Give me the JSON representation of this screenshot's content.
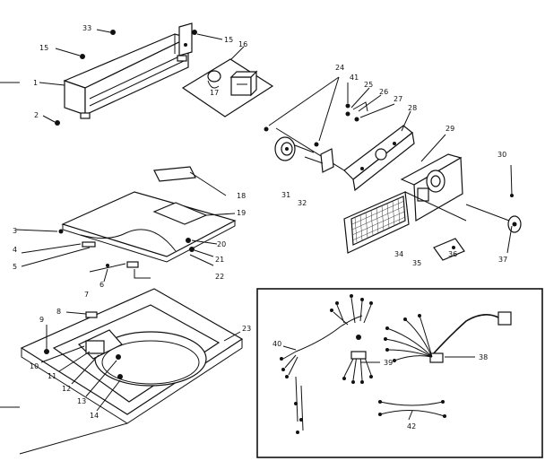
{
  "parts": [
    {
      "id": "p1",
      "text": "1"
    },
    {
      "id": "p2",
      "text": "2"
    },
    {
      "id": "p3",
      "text": "3"
    },
    {
      "id": "p4",
      "text": "4"
    },
    {
      "id": "p5",
      "text": "5"
    },
    {
      "id": "p6",
      "text": "6"
    },
    {
      "id": "p7",
      "text": "7"
    },
    {
      "id": "p8",
      "text": "8"
    },
    {
      "id": "p9",
      "text": "9"
    },
    {
      "id": "p10",
      "text": "10"
    },
    {
      "id": "p11",
      "text": "11"
    },
    {
      "id": "p12",
      "text": "12"
    },
    {
      "id": "p13",
      "text": "13"
    },
    {
      "id": "p14",
      "text": "14"
    },
    {
      "id": "p15a",
      "text": "15"
    },
    {
      "id": "p15b",
      "text": "15"
    },
    {
      "id": "p16",
      "text": "16"
    },
    {
      "id": "p17",
      "text": "17"
    },
    {
      "id": "p18",
      "text": "18"
    },
    {
      "id": "p19",
      "text": "19"
    },
    {
      "id": "p20",
      "text": "20"
    },
    {
      "id": "p21",
      "text": "21"
    },
    {
      "id": "p22",
      "text": "22"
    },
    {
      "id": "p23",
      "text": "23"
    },
    {
      "id": "p24",
      "text": "24"
    },
    {
      "id": "p25",
      "text": "25"
    },
    {
      "id": "p26",
      "text": "26"
    },
    {
      "id": "p27",
      "text": "27"
    },
    {
      "id": "p28",
      "text": "28"
    },
    {
      "id": "p29",
      "text": "29"
    },
    {
      "id": "p30",
      "text": "30"
    },
    {
      "id": "p31",
      "text": "31"
    },
    {
      "id": "p32",
      "text": "32"
    },
    {
      "id": "p33",
      "text": "33"
    },
    {
      "id": "p34",
      "text": "34"
    },
    {
      "id": "p35",
      "text": "35"
    },
    {
      "id": "p36",
      "text": "36"
    },
    {
      "id": "p37",
      "text": "37"
    },
    {
      "id": "p38",
      "text": "38"
    },
    {
      "id": "p39",
      "text": "39"
    },
    {
      "id": "p40",
      "text": "40"
    },
    {
      "id": "p41",
      "text": "41"
    },
    {
      "id": "p42",
      "text": "42"
    }
  ]
}
